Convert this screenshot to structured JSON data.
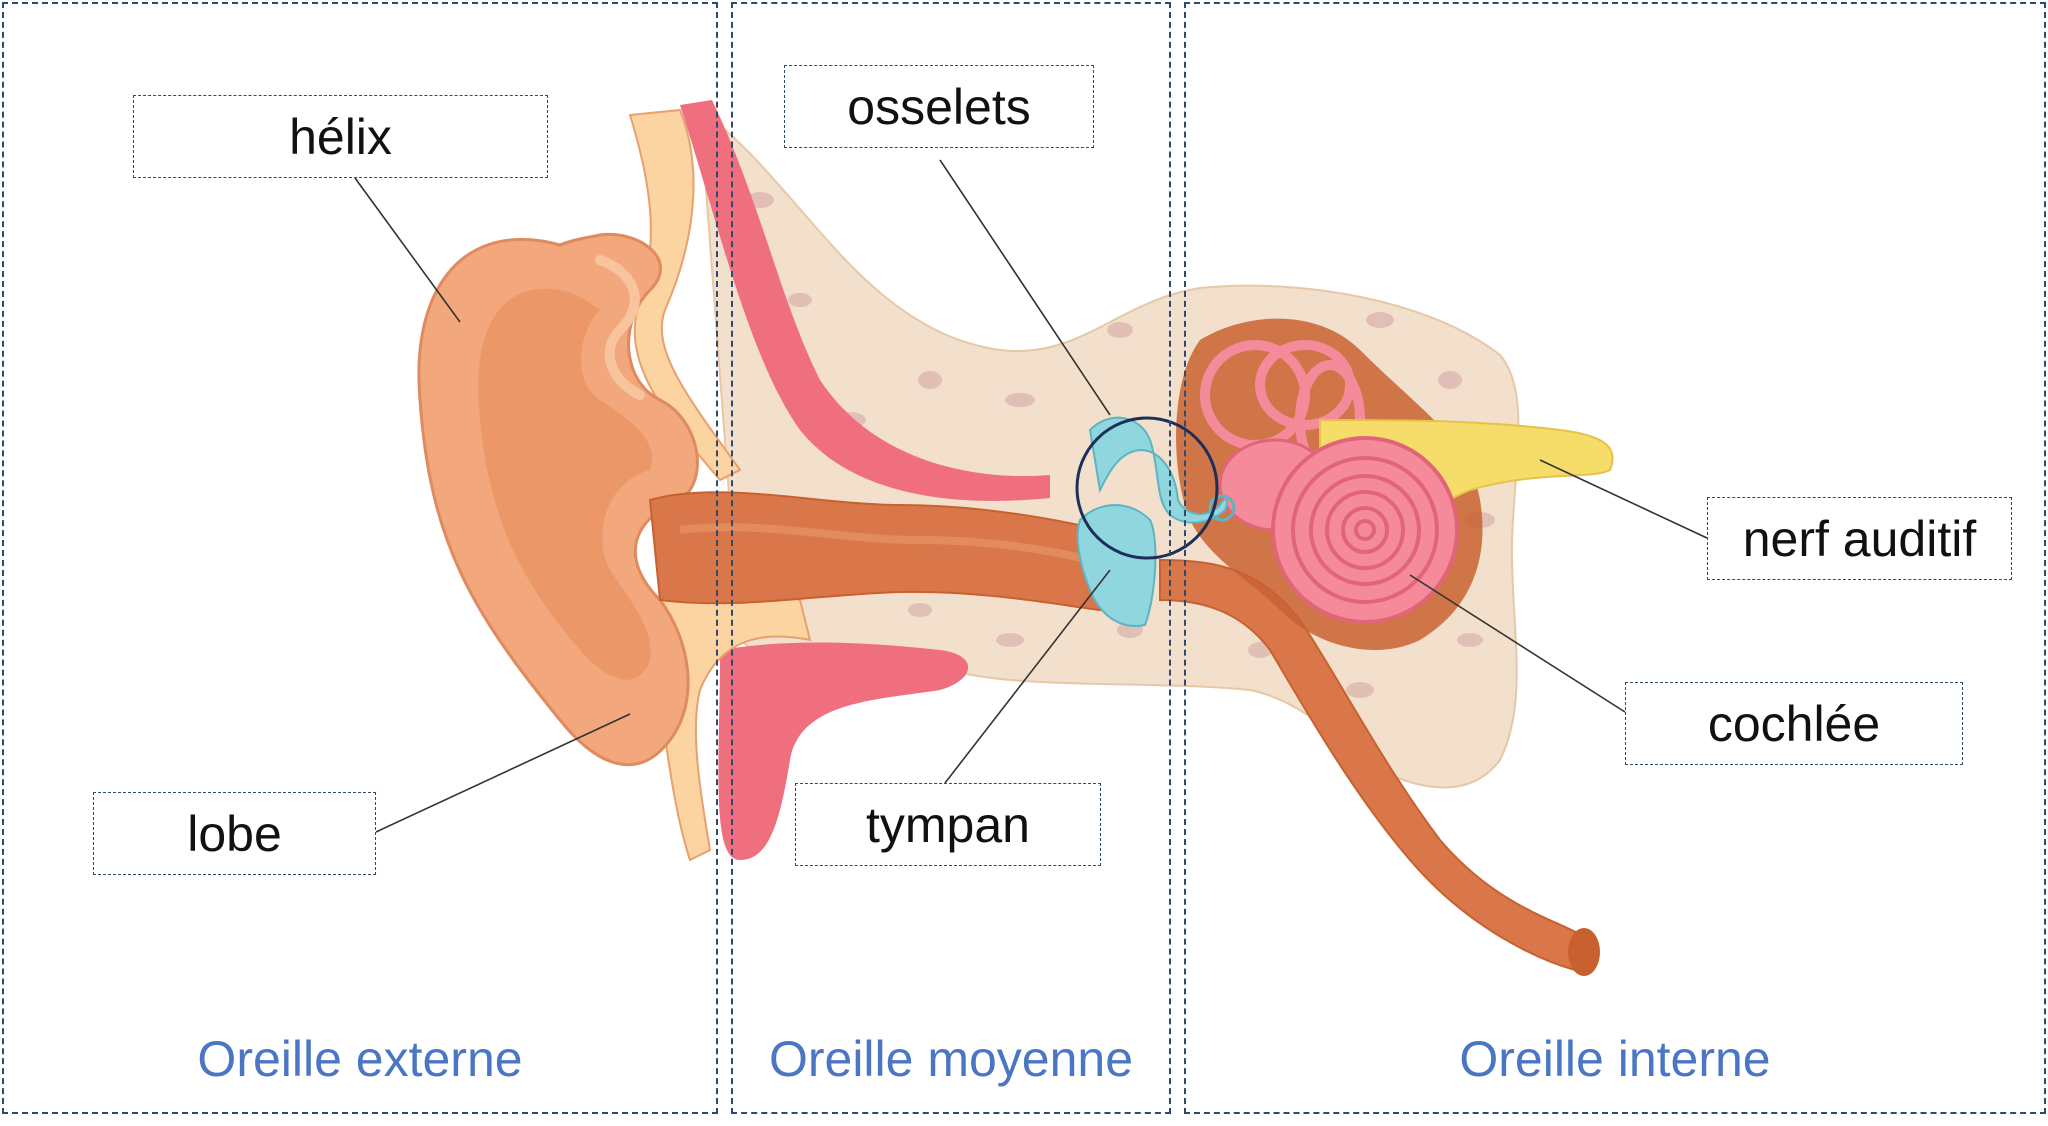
{
  "sections": {
    "external": "Oreille externe",
    "middle": "Oreille moyenne",
    "inner": "Oreille interne"
  },
  "labels": {
    "helix": "hélix",
    "lobe": "lobe",
    "osselets": "osselets",
    "tympan": "tympan",
    "nerf": "nerf auditif",
    "cochlee": "cochlée"
  },
  "colors": {
    "border": "#2e4a6e",
    "section_title": "#4a76c4",
    "skin": "#f2a77c",
    "canal": "#d9774a",
    "bone": "#f3e0cc",
    "cartilage": "#fbd4a2",
    "muscle": "#f06f7e",
    "eardrum": "#8fd6df",
    "cochlea": "#f58a9a",
    "nerve": "#f6dd6a"
  }
}
